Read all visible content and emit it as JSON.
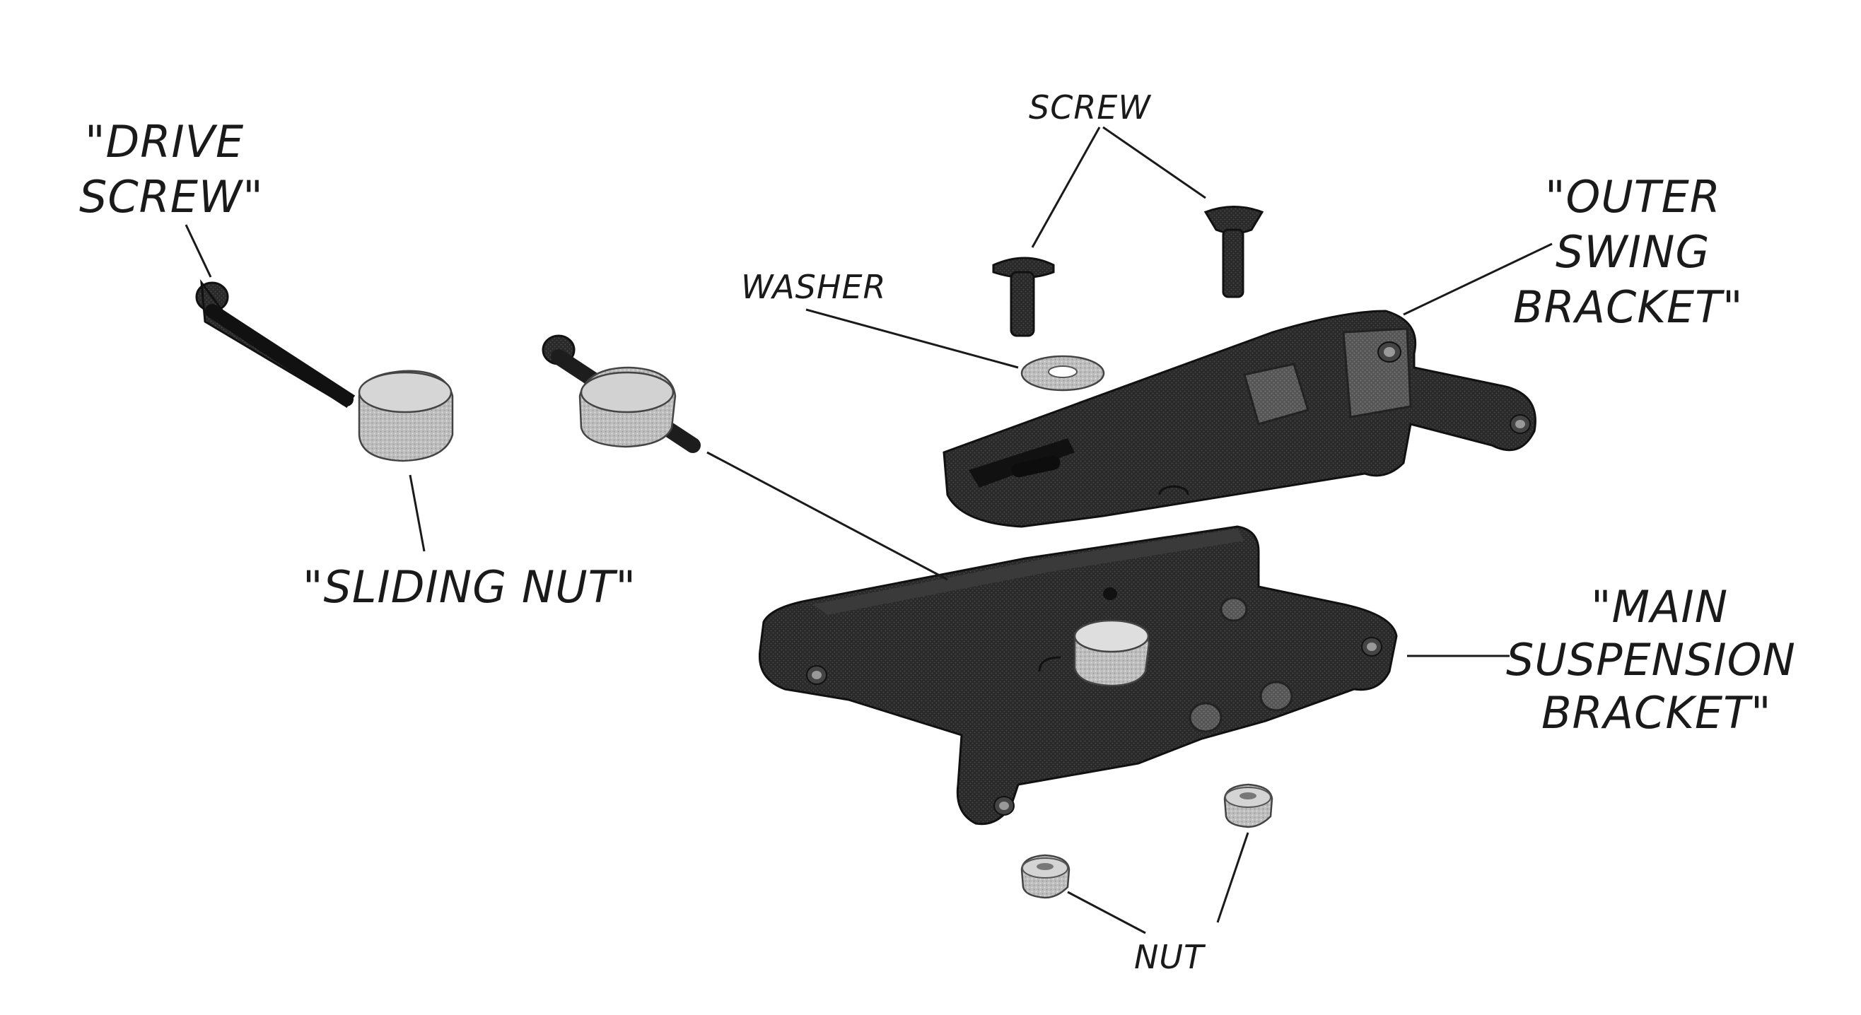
{
  "labels": {
    "drive_screw_line1": "\"DRIVE",
    "drive_screw_line2": "SCREW\"",
    "screw": "SCREW",
    "washer": "WASHER",
    "outer_line1": "\"OUTER",
    "outer_line2": "SWING",
    "outer_line3": "BRACKET\"",
    "sliding_nut": "\"SLIDING NUT\"",
    "main_line1": "\"MAIN",
    "main_line2": "SUSPENSION",
    "main_line3": "BRACKET\"",
    "nut": "NUT"
  },
  "icons": {
    "drive_screw": "drive-screw-icon",
    "sliding_nut": "sliding-nut-icon",
    "screw": "screw-icon",
    "washer": "washer-icon",
    "outer_bracket": "outer-swing-bracket-icon",
    "main_bracket": "main-suspension-bracket-icon",
    "nut": "nut-icon"
  },
  "colors": {
    "dark_part": "#2b2b2b",
    "light_part": "#c8c8c8",
    "ink": "#1a1a1a"
  }
}
